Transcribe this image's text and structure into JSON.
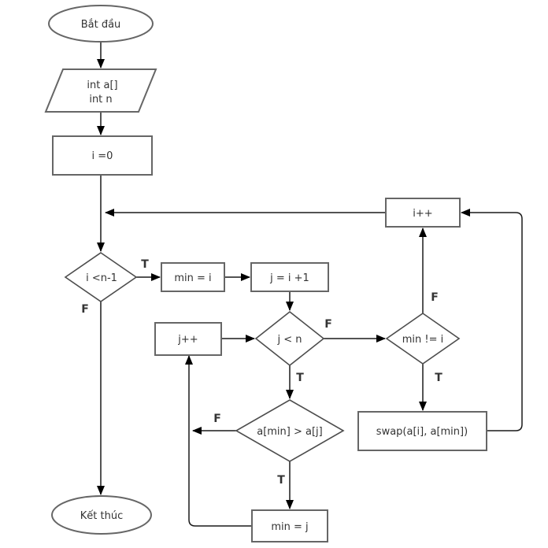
{
  "diagram": {
    "colors": {
      "background": "#ffffff",
      "shape_border": "#666666",
      "decision_border": "#4d4d4d",
      "edge": "#1a1a1a",
      "arrow": "#000000",
      "text": "#333333"
    },
    "nodes": {
      "start": {
        "label": "Bắt đầu"
      },
      "input": {
        "lines": [
          "int a[]",
          "int n"
        ]
      },
      "init_i": {
        "label": "i =0"
      },
      "cond_i": {
        "label": "i <n-1"
      },
      "min_i": {
        "label": "min = i"
      },
      "init_j": {
        "label": "j = i +1"
      },
      "inc_j": {
        "label": "j++"
      },
      "cond_j": {
        "label": "j < n"
      },
      "cond_min": {
        "label": "min != i"
      },
      "inc_i": {
        "label": "i++"
      },
      "cond_amin": {
        "label": "a[min] > a[j]"
      },
      "swap": {
        "label": "swap(a[i], a[min])"
      },
      "min_j": {
        "label": "min = j"
      },
      "end": {
        "label": "Kết thúc"
      }
    },
    "branch_labels": {
      "cond_i_true": "T",
      "cond_i_false": "F",
      "cond_j_true": "T",
      "cond_j_false": "F",
      "cond_amin_true": "T",
      "cond_amin_false": "F",
      "cond_min_true": "T",
      "cond_min_false": "F"
    }
  }
}
